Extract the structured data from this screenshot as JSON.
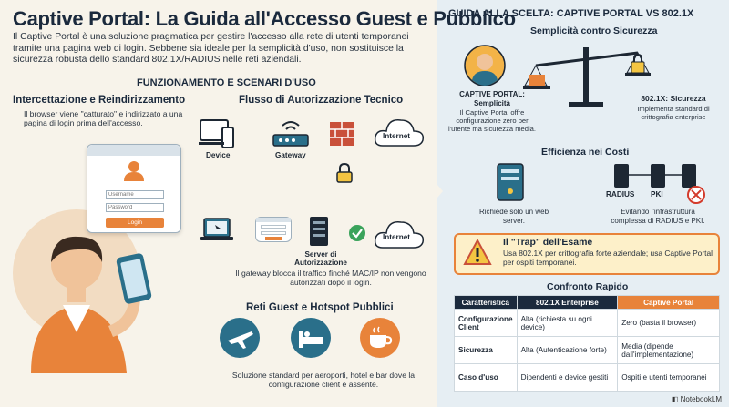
{
  "title": "Captive Portal: La Guida all'Accesso Guest e Pubblico",
  "intro": "Il Captive Portal è una soluzione pragmatica per gestire l'accesso alla rete di utenti temporanei tramite una pagina web di login. Sebbene sia ideale per la semplicità d'uso, non sostituisce la sicurezza robusta dello standard 802.1X/RADIUS nelle reti aziendali.",
  "section_functioning": "FUNZIONAMENTO E SCENARI D'USO",
  "interception": {
    "heading": "Intercettazione e Reindirizzamento",
    "text": "Il browser viene \"catturato\" e indirizzato a una pagina di login prima dell'accesso.",
    "username_placeholder": "Username",
    "password_placeholder": "Password",
    "login_label": "Login"
  },
  "flow": {
    "heading": "Flusso di Autorizzazione Tecnico",
    "device": "Device",
    "gateway": "Gateway",
    "internet": "Internet",
    "internet2": "Internet",
    "server": "Server di Autorizzazione",
    "caption": "Il gateway blocca il traffico finché MAC/IP non vengono autorizzati dopo il login."
  },
  "guest": {
    "heading": "Reti Guest e Hotspot Pubblici",
    "caption": "Soluzione standard per aeroporti, hotel e bar dove la configurazione client è assente."
  },
  "right_title": "GUIDA ALLA SCELTA: CAPTIVE PORTAL VS 802.1X",
  "simplicity": {
    "heading": "Semplicità contro Sicurezza",
    "cp_title": "CAPTIVE PORTAL: Semplicità",
    "cp_text": "Il Captive Portal offre configurazione zero per l'utente ma sicurezza media.",
    "x_title": "802.1X: Sicurezza",
    "x_text": "Implementa standard di crittografia enterprise"
  },
  "costs": {
    "heading": "Efficienza nei Costi",
    "web_text": "Richiede solo un web server.",
    "radius": "RADIUS",
    "pki": "PKI",
    "infra_text": "Evitando l'infrastruttura complessa di RADIUS e PKI."
  },
  "trap": {
    "heading": "Il \"Trap\" dell'Esame",
    "text": "Usa 802.1X per crittografia forte aziendale; usa Captive Portal per ospiti temporanei."
  },
  "quick": {
    "heading": "Confronto Rapido",
    "headers": [
      "Caratteristica",
      "802.1X Enterprise",
      "Captive Portal"
    ],
    "rows": [
      [
        "Configurazione Client",
        "Alta (richiesta su ogni device)",
        "Zero (basta il browser)"
      ],
      [
        "Sicurezza",
        "Alta (Autenticazione forte)",
        "Media (dipende dall'implementazione)"
      ],
      [
        "Caso d'uso",
        "Dipendenti e device gestiti",
        "Ospiti e utenti temporanei"
      ]
    ]
  },
  "footer": "NotebookLM",
  "colors": {
    "navy": "#1b2a3d",
    "orange": "#e8833a",
    "teal": "#2a6f8a",
    "lightblue": "#e6eef3",
    "cream": "#f7f3ea",
    "alert": "#f4c542"
  }
}
